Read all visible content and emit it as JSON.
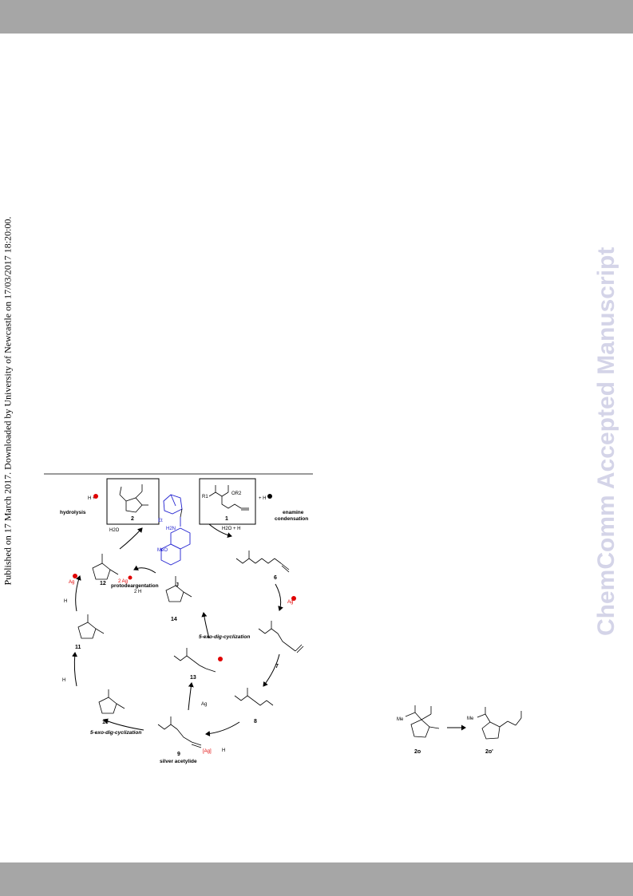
{
  "page": {
    "side_note": "Published on 17 March 2017. Downloaded by University of Newcastle on 17/03/2017 18:20:00.",
    "watermark": "ChemComm Accepted Manuscript"
  },
  "scheme": {
    "compounds": {
      "c1": "1",
      "c2": "2",
      "cJ": "J",
      "c6": "6",
      "c7": "7",
      "c8": "8",
      "c9": "9",
      "c10": "10",
      "c11": "11",
      "c12": "12",
      "c13": "13",
      "c14": "14"
    },
    "labels": {
      "hydrolysis": "hydrolysis",
      "enamine": "enamine",
      "condensation": "condensation",
      "protodeargentation": "protodeargentation",
      "cyclization_inner": "5-exo-dig-cyclization",
      "cyclization_outer": "5-exo-dig-cyclization",
      "silver_acetylide": "silver acetylide"
    },
    "reagents": {
      "h2o": "H2O",
      "h2o_h": "H2O + H",
      "two_h": "2 H",
      "two_ag": "2 Ag",
      "h_plus_left": "H  +",
      "h_plus_right": "+ H",
      "ag_7": "Ag",
      "ag_13": "Ag",
      "ag_11": "Ag",
      "h_11": "H",
      "h_10": "H",
      "h_9": "H"
    },
    "groups": {
      "r1": "R1",
      "or2": "OR2",
      "meo": "MeO",
      "h2n": "H2N",
      "et": "Et",
      "ag_bracket": "[Ag]"
    }
  },
  "side_scheme": {
    "c2o": "2o",
    "c2o_prime": "2o'",
    "me": "Me"
  },
  "colors": {
    "scheme_red": "#e00000",
    "scheme_blue": "#2020d0",
    "bar_gray": "#a6a6a6",
    "watermark": "#d4d4e8"
  }
}
